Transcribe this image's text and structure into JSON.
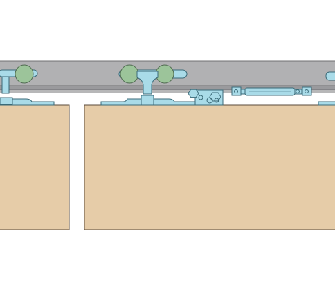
{
  "colors": {
    "background": "#ffffff",
    "rail_fill": "#b1b1b3",
    "rail_stroke": "#6f6f72",
    "rail_lip": "#9a9a9d",
    "roller_fill": "#9cc49a",
    "roller_stroke": "#4f6b50",
    "hardware_fill": "#a9dbe8",
    "hardware_stroke": "#3a6a78",
    "door_fill": "#e6cca8",
    "door_stroke": "#5a4a3a",
    "rod_fill": "#a9dbe8"
  },
  "components": {
    "rail": {
      "name": "overhead-track-rail"
    },
    "doors": [
      {
        "name": "door-panel-left"
      },
      {
        "name": "door-panel-middle"
      },
      {
        "name": "door-panel-right"
      }
    ],
    "trolleys": [
      {
        "name": "trolley-left",
        "rollers": 1
      },
      {
        "name": "trolley-center",
        "rollers": 2
      }
    ],
    "soft_close": {
      "name": "soft-close-damper"
    },
    "end_stop": {
      "name": "end-stop-block"
    }
  }
}
